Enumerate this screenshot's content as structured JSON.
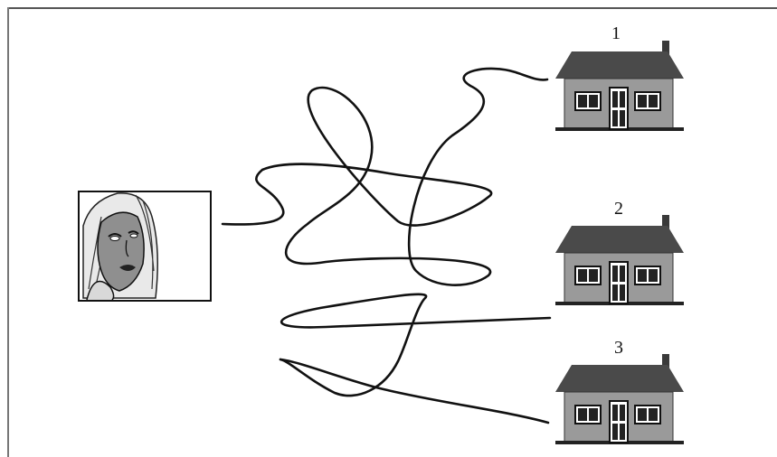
{
  "houses": [
    {
      "label": "1"
    },
    {
      "label": "2"
    },
    {
      "label": "3"
    }
  ],
  "colors": {
    "roof": "#4a4a4a",
    "wall": "#9a9a9a",
    "line": "#111111",
    "face_bg": "#8f8f8f"
  }
}
